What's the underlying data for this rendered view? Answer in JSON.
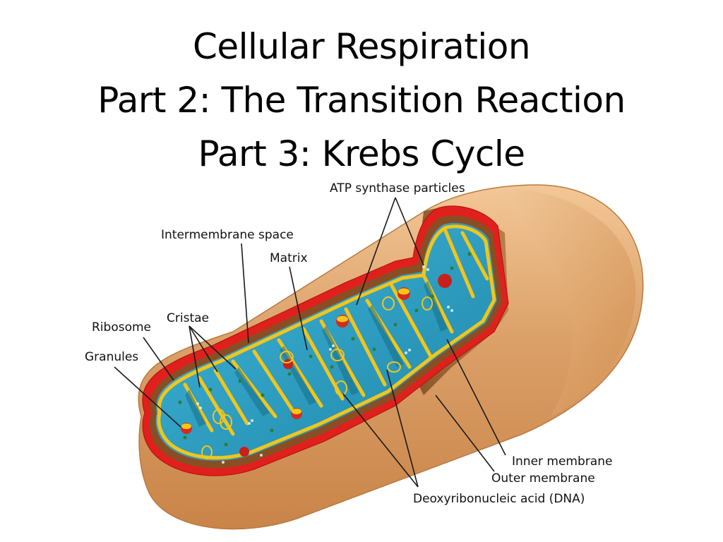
{
  "slide": {
    "title_lines": [
      "Cellular Respiration",
      "Part 2: The Transition Reaction",
      "Part 3: Krebs Cycle"
    ]
  },
  "diagram": {
    "labels": {
      "atp_synthase": "ATP synthase particles",
      "intermembrane_space": "Intermembrane space",
      "matrix": "Matrix",
      "cristae": "Cristae",
      "ribosome": "Ribosome",
      "granules": "Granules",
      "inner_membrane": "Inner membrane",
      "outer_membrane": "Outer membrane",
      "dna": "Deoxyribonucleic acid (DNA)"
    },
    "colors": {
      "outer_shell": "#d99a5c",
      "outer_shell_highlight": "#f0c18e",
      "outer_membrane": "#e0201c",
      "matrix": "#2aa3c9",
      "matrix_dark": "#1c7e9c",
      "inner_membrane": "#f2c51a",
      "intermembrane": "#a06b3a"
    }
  }
}
